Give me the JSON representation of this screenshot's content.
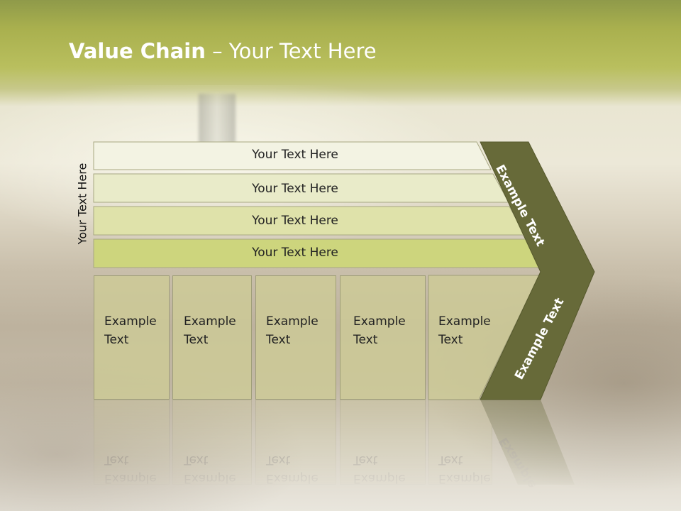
{
  "title": {
    "bold": "Value Chain",
    "rest": " – Your Text Here"
  },
  "side_label": "Your Text Here",
  "rows": [
    {
      "text": "Your Text Here",
      "color": "#f3f3e3"
    },
    {
      "text": "Your Text Here",
      "color": "#e9ebc9"
    },
    {
      "text": "Your Text Here",
      "color": "#dfe2aa"
    },
    {
      "text": "Your Text Here",
      "color": "#cdd57d"
    }
  ],
  "columns": [
    {
      "text": "Example\nText"
    },
    {
      "text": "Example\nText"
    },
    {
      "text": "Example\nText"
    },
    {
      "text": "Example\nText"
    },
    {
      "text": "Example\nText"
    }
  ],
  "chevron": {
    "color": "#676a39",
    "upper_label": "Example Text",
    "lower_label": "Example Text"
  }
}
